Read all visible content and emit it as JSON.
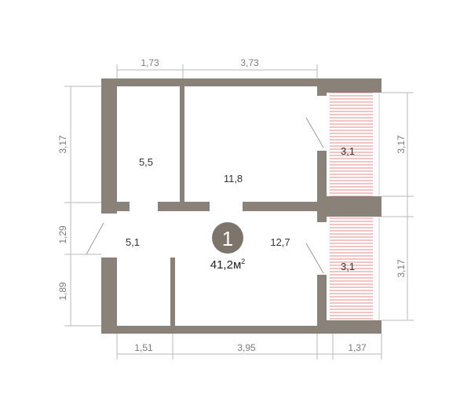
{
  "colors": {
    "wall": "#8a8178",
    "badge": "#7d746c",
    "balcony_hatch": "#e8898a",
    "dimension": "#b8b8b8"
  },
  "dimensions": {
    "top_left": "1,73",
    "top_right": "3,73",
    "left_upper": "3,17",
    "left_middle": "1,29",
    "left_lower": "1,89",
    "right_upper": "3,17",
    "right_lower": "3,17",
    "bottom_left": "1,51",
    "bottom_middle": "3,95",
    "bottom_right": "1,37"
  },
  "rooms": {
    "bathroom": "5,5",
    "hall": "5,1",
    "kitchen": "11,8",
    "bedroom": "12,7",
    "balcony_top": "3,1",
    "balcony_bottom": "3,1"
  },
  "apartment": {
    "rooms_count": "1",
    "total_area": "41,2",
    "area_unit": "м",
    "area_unit_power": "2"
  }
}
